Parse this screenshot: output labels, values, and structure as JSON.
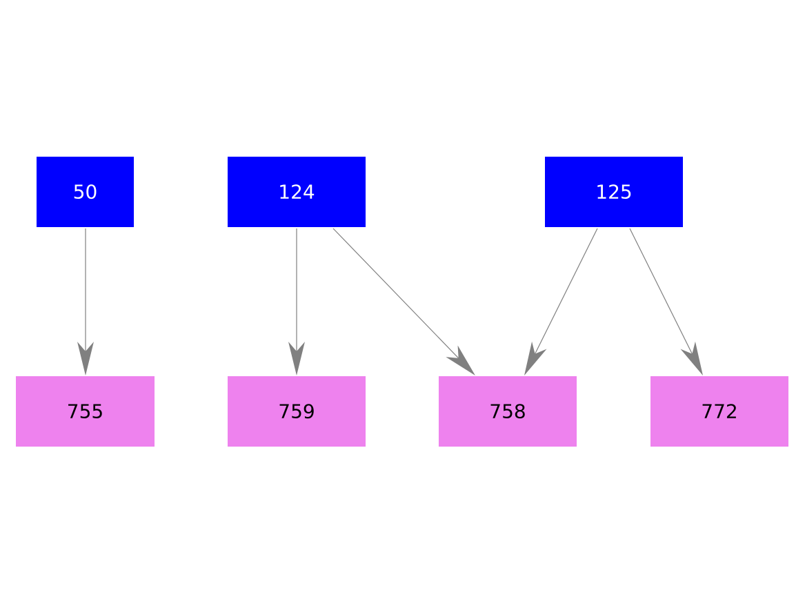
{
  "colors": {
    "source_fill": "#0000ff",
    "source_text": "#ffffff",
    "target_fill": "#ee82ee",
    "target_text": "#000000",
    "edge": "#808080",
    "background": "#ffffff"
  },
  "nodes": [
    {
      "id": "n50",
      "label": "50",
      "group": "source"
    },
    {
      "id": "n124",
      "label": "124",
      "group": "source"
    },
    {
      "id": "n125",
      "label": "125",
      "group": "source"
    },
    {
      "id": "n755",
      "label": "755",
      "group": "target"
    },
    {
      "id": "n759",
      "label": "759",
      "group": "target"
    },
    {
      "id": "n758",
      "label": "758",
      "group": "target"
    },
    {
      "id": "n772",
      "label": "772",
      "group": "target"
    }
  ],
  "edges": [
    {
      "from": "n50",
      "to": "n755"
    },
    {
      "from": "n124",
      "to": "n759"
    },
    {
      "from": "n124",
      "to": "n758"
    },
    {
      "from": "n125",
      "to": "n758"
    },
    {
      "from": "n125",
      "to": "n772"
    }
  ]
}
